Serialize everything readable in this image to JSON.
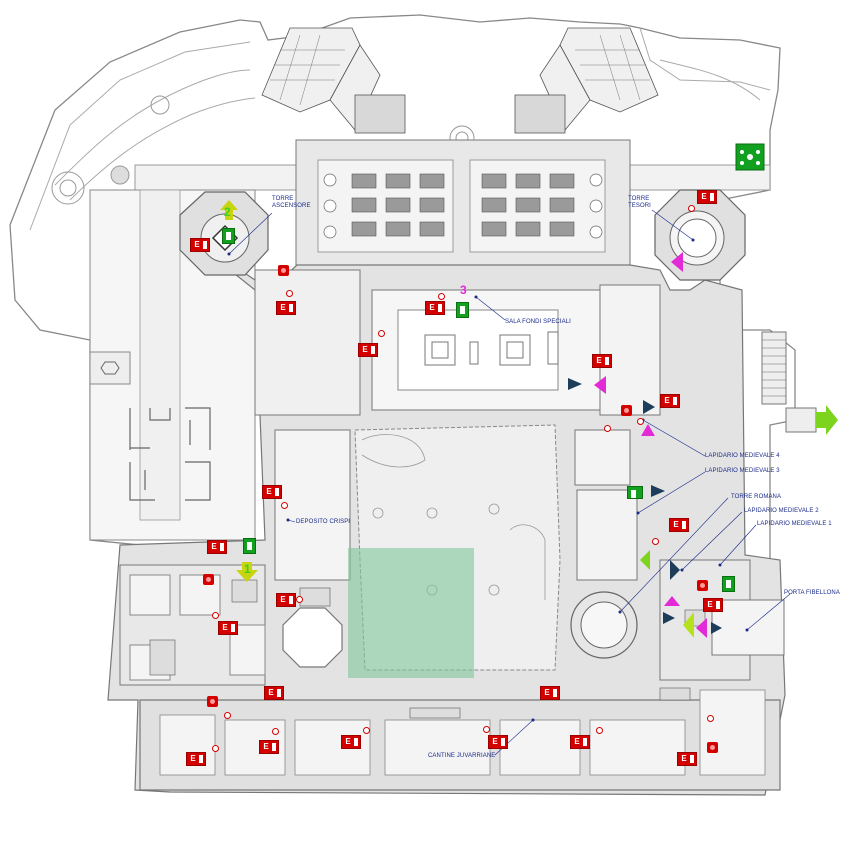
{
  "labels": {
    "torre_ascensore": "TORRE ASCENSORE",
    "torre_tesori": "TORRE TESORI",
    "sala_fondi_speciali": "SALA FONDI SPECIALI",
    "lapidario_medievale_4": "LAPIDARIO MEDIEVALE 4",
    "lapidario_medievale_3": "LAPIDARIO MEDIEVALE 3",
    "torre_romana": "TORRE ROMANA",
    "lapidario_medievale_2": "LAPIDARIO MEDIEVALE 2",
    "lapidario_medievale_1": "LAPIDARIO MEDIEVALE 1",
    "porta_fibellona": "PORTA FIBELLONA",
    "deposito_crispi": "DEPOSITO CRISPI",
    "cantine_juvarriane": "CANTINE JUVARRIANE"
  },
  "markers": {
    "extinguisher_letter": "E",
    "green_number_1": "1",
    "green_number_2": "2",
    "magenta_number_3": "3"
  },
  "colors": {
    "structure_fill": "#ececec",
    "inner_fill": "#f5f5f5",
    "line": "#777777",
    "label_blue": "#1a2a8a",
    "extinguisher_red": "#d40000",
    "exit_green": "#11a020",
    "lime_arrow": "#7cd41e",
    "magenta_arrow": "#e22ad6",
    "navy_arrow": "#1c3e5a",
    "highlight_zone": "#7fc79a"
  },
  "icons": [
    "fire-extinguisher-icon",
    "fire-hydrant-icon",
    "emergency-exit-icon",
    "assembly-point-icon",
    "escape-arrow-icon"
  ]
}
